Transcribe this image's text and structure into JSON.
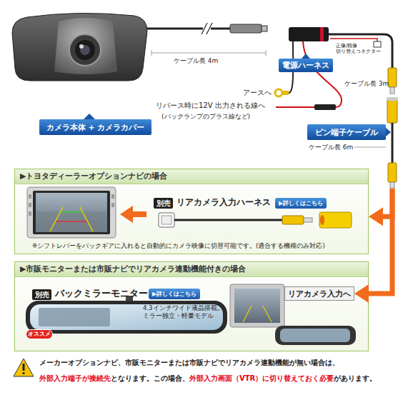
{
  "diagram": {
    "nodes": [
      {
        "text": [
          "電源ハーネス"
        ]
      },
      {
        "text": [
          "カメラ本体 + カメラカバー"
        ]
      },
      {
        "text": [
          "ピン端子ケーブル"
        ]
      },
      {
        "text": [
          "▶トヨタディーラーオプションナビの場合"
        ]
      },
      {
        "text": [
          "別売"
        ],
        "in": 3
      },
      {
        "text": [
          "▶詳しくはこちら"
        ],
        "in": 3
      },
      {
        "text": [
          "▶市販モニターまたは市販ナビでリアカメラ連動機能付きの場合"
        ]
      },
      {
        "text": [
          "別売"
        ],
        "in": 6
      },
      {
        "text": [
          "▶詳しくはこちら"
        ],
        "in": 6
      },
      {
        "text": [
          "リアカメラ入力へ"
        ],
        "in": 6
      },
      {
        "text": [
          "オススメ"
        ],
        "in": 6
      }
    ],
    "edges": [
      {
        "from": 2,
        "to": 3,
        "arrow": "to"
      },
      {
        "from": 2,
        "to": 9,
        "arrow": "to"
      }
    ],
    "labels": [
      "ケーブル長 4m",
      "正像/鏡像 切り替えコネクター",
      "ケーブル長 3m",
      "アースへ",
      "リバース時に12V 出力される線へ",
      "(バックランプのプラス線など)",
      "ケーブル長 6m",
      "リアカメラ入力ハーネス",
      "※シフトレバーをバックギアに入れると自動的にカメラ映像に切替可能です。(適合する機種のみ対応)",
      "バックミラーモニター",
      "4.3インチワイド液晶搭載。 ミラー独立・軽量モデル",
      "メーカーオプションナビ、市販モニターまたは市販ナビでリアカメラ連動機能が無い場合は、",
      "外部入力端子が接続先",
      "となります。この場合、",
      "外部入力画面（VTR）に切り替えておく必要",
      "があります。"
    ]
  }
}
